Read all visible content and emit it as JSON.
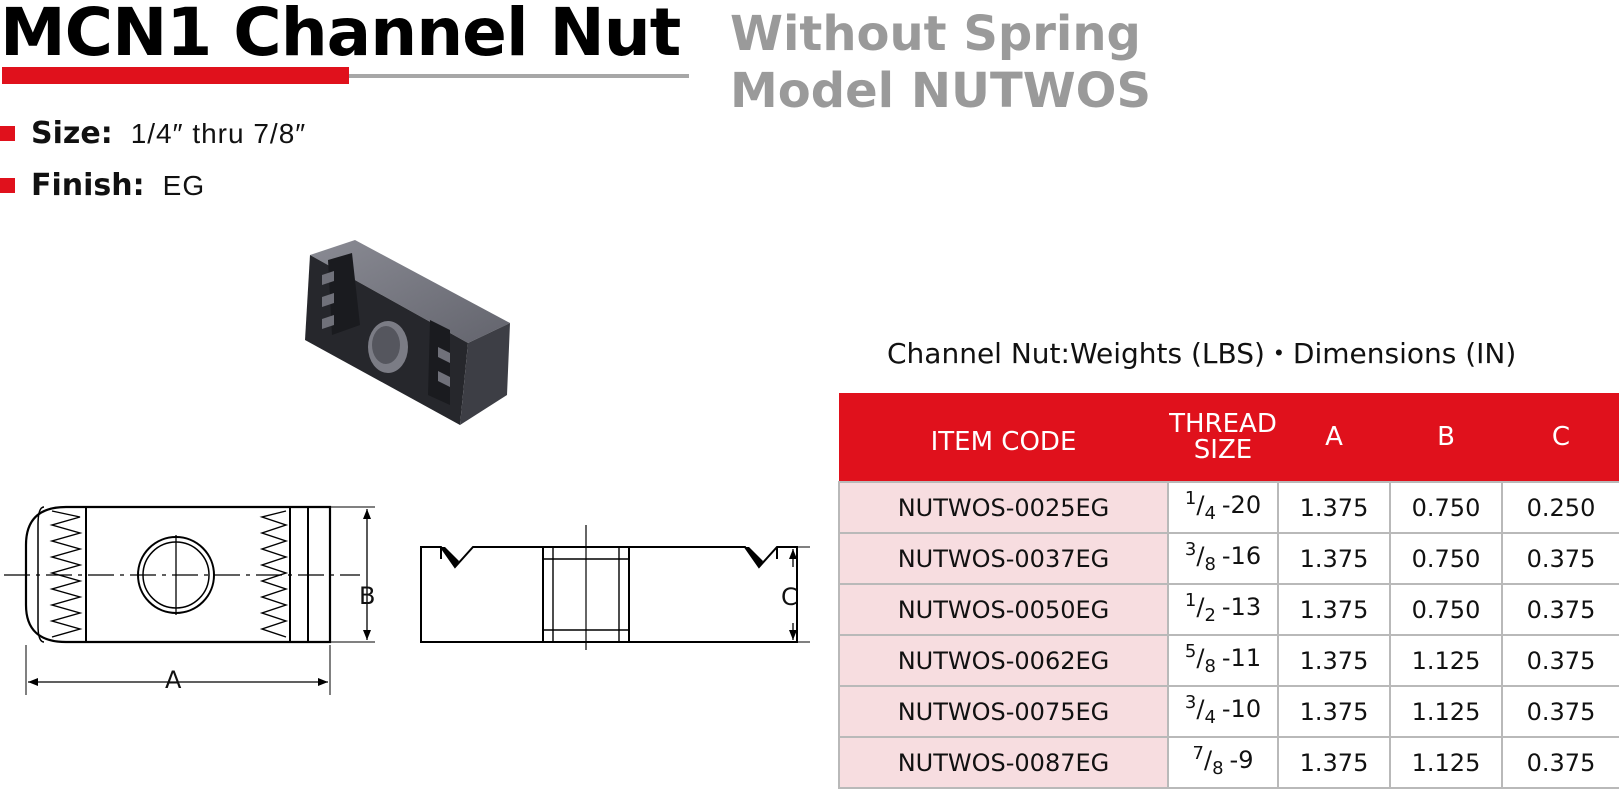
{
  "header": {
    "title": "MCN1  Channel Nut",
    "subtitle_line1": "Without Spring",
    "subtitle_line2": "Model NUTWOS"
  },
  "specs": {
    "size_label": "Size:",
    "size_value": "1/4″  thru  7/8″",
    "finish_label": "Finish:",
    "finish_value": "EG"
  },
  "drawing": {
    "label_a": "A",
    "label_b": "B",
    "label_c": "C"
  },
  "table": {
    "caption": "Channel Nut:Weights (LBS)・Dimensions (IN)",
    "headers": {
      "item_code": "ITEM  CODE",
      "thread_line1": "THREAD",
      "thread_line2": "SIZE",
      "a": "A",
      "b": "B",
      "c": "C"
    },
    "rows": [
      {
        "code": "NUTWOS-0025EG",
        "num": "1",
        "den": "4",
        "pitch": "-20",
        "a": "1.375",
        "b": "0.750",
        "c": "0.250"
      },
      {
        "code": "NUTWOS-0037EG",
        "num": "3",
        "den": "8",
        "pitch": "-16",
        "a": "1.375",
        "b": "0.750",
        "c": "0.375"
      },
      {
        "code": "NUTWOS-0050EG",
        "num": "1",
        "den": "2",
        "pitch": "-13",
        "a": "1.375",
        "b": "0.750",
        "c": "0.375"
      },
      {
        "code": "NUTWOS-0062EG",
        "num": "5",
        "den": "8",
        "pitch": "-11",
        "a": "1.375",
        "b": "1.125",
        "c": "0.375"
      },
      {
        "code": "NUTWOS-0075EG",
        "num": "3",
        "den": "4",
        "pitch": "-10",
        "a": "1.375",
        "b": "1.125",
        "c": "0.375"
      },
      {
        "code": "NUTWOS-0087EG",
        "num": "7",
        "den": "8",
        "pitch": "-9",
        "a": "1.375",
        "b": "1.125",
        "c": "0.375"
      }
    ]
  },
  "colors": {
    "accent_red": "#e0111c",
    "divider_gray": "#a7a7a7",
    "subtitle_gray": "#9a9a9a",
    "code_cell_bg": "#f7dde0",
    "nut_dark": "#2a2b30",
    "nut_mid": "#6f7079"
  }
}
